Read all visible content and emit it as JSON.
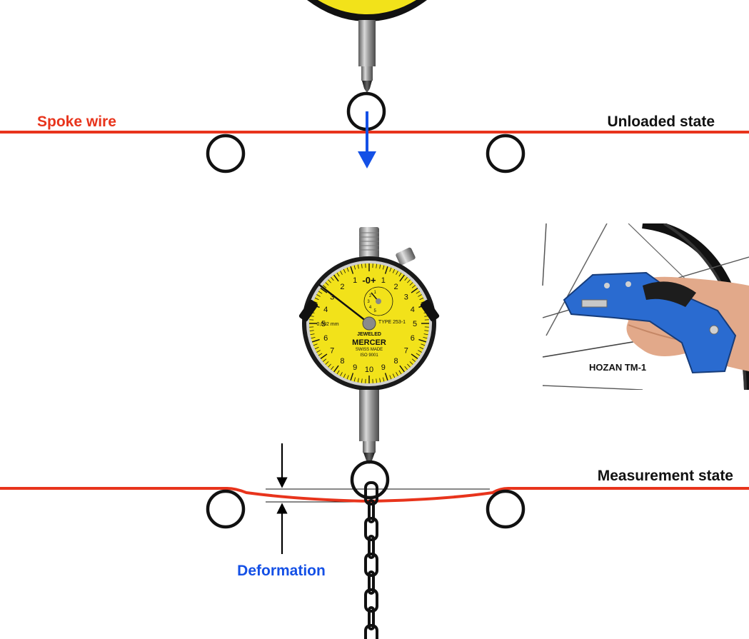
{
  "labels": {
    "spoke_wire": "Spoke wire",
    "unloaded_state": "Unloaded state",
    "measurement_state": "Measurement state",
    "deformation": "Deformation"
  },
  "gauge": {
    "brand": "MERCER",
    "swiss": "SWISS MADE",
    "iso": "ISO 9001",
    "jeweled": "JEWELED",
    "type": "TYPE 253-1",
    "resolution": "0,002 mm",
    "top_center": "-0+",
    "dial_numbers": [
      "1",
      "2",
      "3",
      "4",
      "5",
      "6",
      "7",
      "8",
      "9",
      "10",
      "9",
      "8",
      "7",
      "6",
      "5",
      "4",
      "3",
      "2",
      "1"
    ],
    "sub_dial_numbers": [
      "5",
      "4",
      "3",
      "2",
      "1"
    ]
  },
  "photo": {
    "caption": "HOZAN TM-1"
  },
  "colors": {
    "spoke": "#e8341c",
    "arrow_blue": "#1450e6",
    "deformation_text": "#1450e6",
    "dial_face": "#f2e21a"
  }
}
